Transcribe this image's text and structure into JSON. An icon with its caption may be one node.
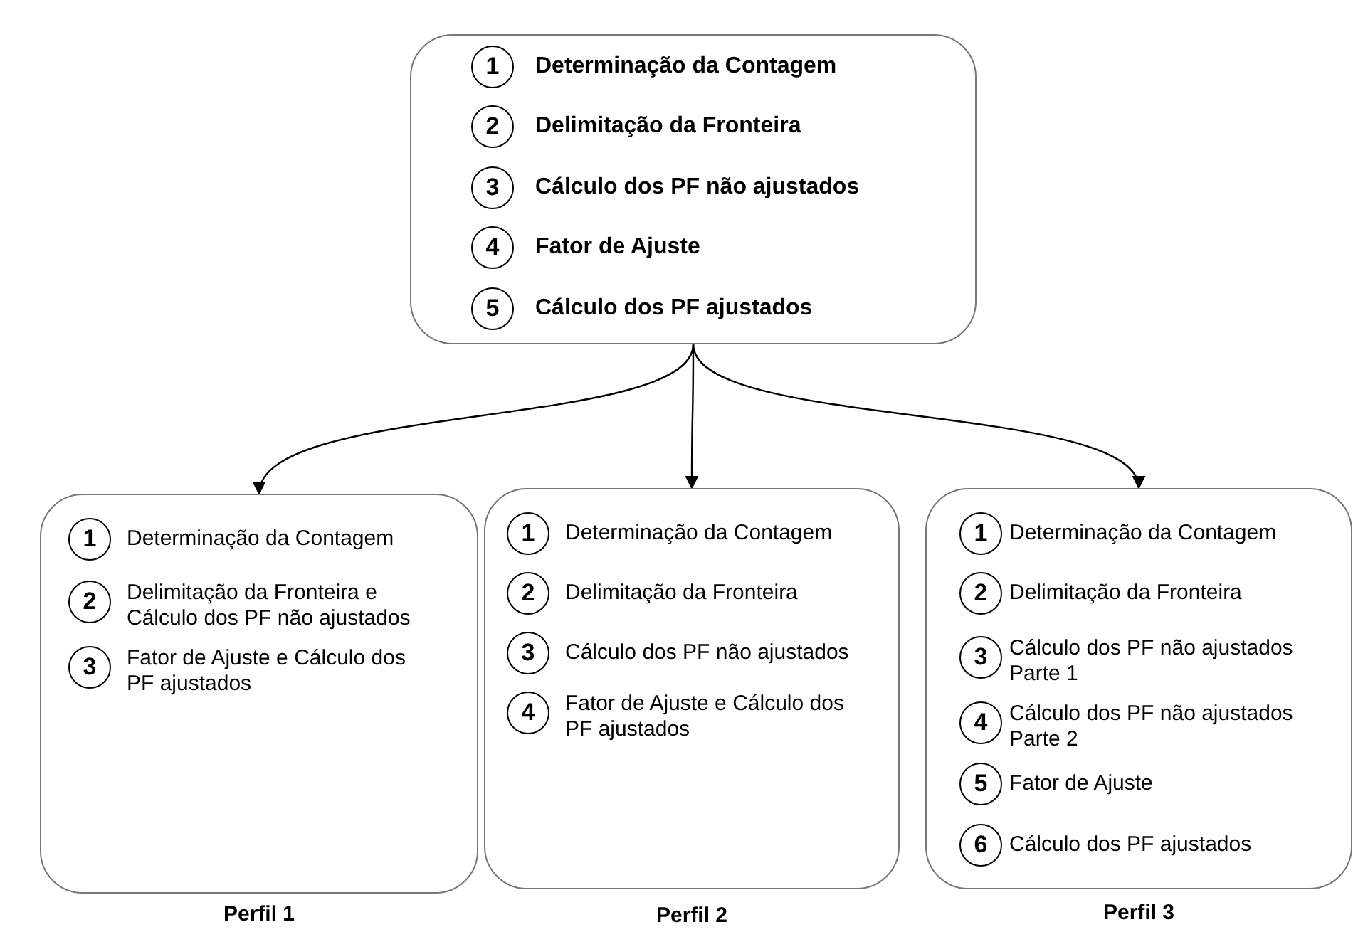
{
  "diagram": {
    "nodes": [
      {
        "text": [],
        "shape": "box"
      },
      {
        "text": [
          "1"
        ],
        "beside": [
          "Determinação da Contagem"
        ],
        "in": 0
      },
      {
        "text": [
          "2"
        ],
        "beside": [
          "Delimitação da Fronteira"
        ],
        "in": 0
      },
      {
        "text": [
          "3"
        ],
        "beside": [
          "Cálculo dos PF não ajustados"
        ],
        "in": 0
      },
      {
        "text": [
          "4"
        ],
        "beside": [
          "Fator de Ajuste"
        ],
        "in": 0
      },
      {
        "text": [
          "5"
        ],
        "beside": [
          "Cálculo dos PF ajustados"
        ],
        "in": 0
      },
      {
        "text": [
          "Perfil 1"
        ]
      },
      {
        "text": [
          "1"
        ],
        "beside": [
          "Determinação da Contagem"
        ],
        "in": 6
      },
      {
        "text": [
          "2"
        ],
        "beside": [
          "Delimitação da Fronteira e Cálculo dos PF não ajustados"
        ],
        "in": 6
      },
      {
        "text": [
          "3"
        ],
        "beside": [
          "Fator de Ajuste e Cálculo dos PF ajustados"
        ],
        "in": 6
      },
      {
        "text": [
          "Perfil 2"
        ]
      },
      {
        "text": [
          "1"
        ],
        "beside": [
          "Determinação da Contagem"
        ],
        "in": 10
      },
      {
        "text": [
          "2"
        ],
        "beside": [
          "Delimitação da Fronteira"
        ],
        "in": 10
      },
      {
        "text": [
          "3"
        ],
        "beside": [
          "Cálculo dos PF não ajustados"
        ],
        "in": 10
      },
      {
        "text": [
          "4"
        ],
        "beside": [
          "Fator de Ajuste e Cálculo dos PF ajustados"
        ],
        "in": 10
      },
      {
        "text": [
          "Perfil 3"
        ]
      },
      {
        "text": [
          "1"
        ],
        "beside": [
          "Determinação da Contagem"
        ],
        "in": 15
      },
      {
        "text": [
          "2"
        ],
        "beside": [
          "Delimitação da Fronteira"
        ],
        "in": 15
      },
      {
        "text": [
          "3"
        ],
        "beside": [
          "Cálculo dos PF não ajustados Parte 1"
        ],
        "in": 15
      },
      {
        "text": [
          "4"
        ],
        "beside": [
          "Cálculo dos PF não ajustados Parte 2"
        ],
        "in": 15
      },
      {
        "text": [
          "5"
        ],
        "beside": [
          "Fator de Ajuste"
        ],
        "in": 15
      },
      {
        "text": [
          "6"
        ],
        "beside": [
          "Cálculo dos PF ajustados"
        ],
        "in": 15
      }
    ],
    "edges": [
      {
        "from": 0,
        "to": 6,
        "arrow": "to"
      },
      {
        "from": 0,
        "to": 10,
        "arrow": "to"
      },
      {
        "from": 0,
        "to": 15,
        "arrow": "to"
      }
    ]
  }
}
